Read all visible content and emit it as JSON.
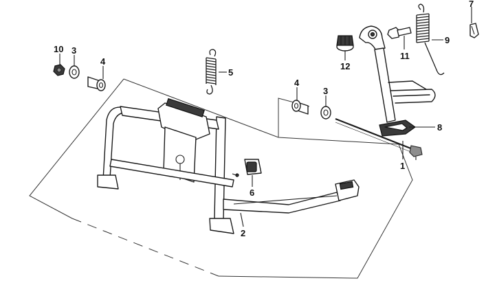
{
  "diagram": {
    "callouts": [
      {
        "id": "c1",
        "label": "1"
      },
      {
        "id": "c2",
        "label": "2"
      },
      {
        "id": "c3a",
        "label": "3"
      },
      {
        "id": "c3b",
        "label": "3"
      },
      {
        "id": "c4a",
        "label": "4"
      },
      {
        "id": "c4b",
        "label": "4"
      },
      {
        "id": "c5",
        "label": "5"
      },
      {
        "id": "c6",
        "label": "6"
      },
      {
        "id": "c7",
        "label": "7"
      },
      {
        "id": "c8",
        "label": "8"
      },
      {
        "id": "c9",
        "label": "9"
      },
      {
        "id": "c10",
        "label": "10"
      },
      {
        "id": "c11",
        "label": "11"
      },
      {
        "id": "c12",
        "label": "12"
      }
    ],
    "colors": {
      "line": "#1a1a1a",
      "shade": "#3a3a3a",
      "grey": "#8d8d8d",
      "background": "#ffffff"
    }
  }
}
